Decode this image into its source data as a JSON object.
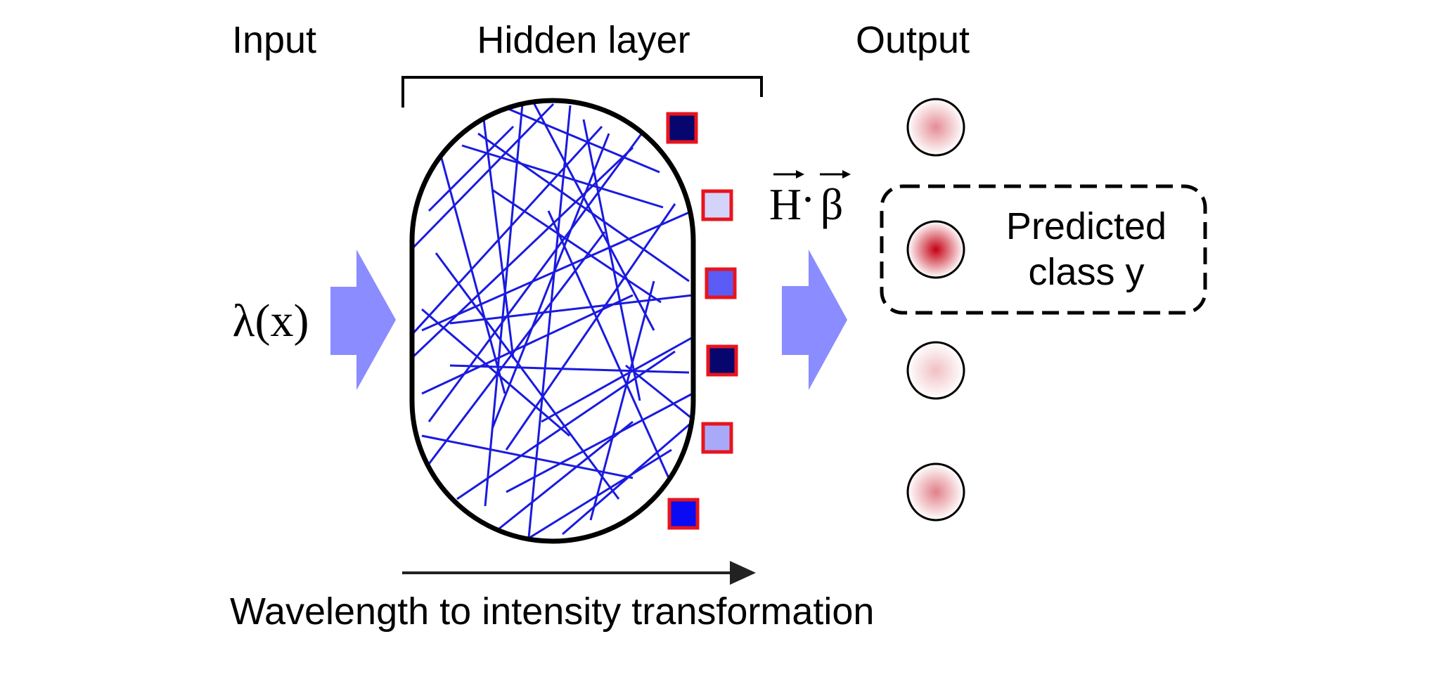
{
  "labels": {
    "input": "Input",
    "hidden": "Hidden layer",
    "output": "Output",
    "input_symbol": "λ(x)",
    "product_h": "H",
    "product_dot": "·",
    "product_beta": "β",
    "predicted_line1": "Predicted",
    "predicted_line2": "class y",
    "transformation": "Wavelength to intensity transformation"
  },
  "colors": {
    "arrow": "#8a8cff",
    "scatter_line": "#1a1adf",
    "cavity_stroke": "#000000",
    "square_border": "#e8141e",
    "output_red": "#c40012"
  },
  "hidden_nodes": [
    {
      "fill": "#06066e"
    },
    {
      "fill": "#d4d4fb"
    },
    {
      "fill": "#5b5bf6"
    },
    {
      "fill": "#06066e"
    },
    {
      "fill": "#a9a9fa"
    },
    {
      "fill": "#0a0af5"
    }
  ],
  "output_nodes": [
    {
      "intensity": 0.45
    },
    {
      "intensity": 1.0
    },
    {
      "intensity": 0.25
    },
    {
      "intensity": 0.5
    }
  ]
}
